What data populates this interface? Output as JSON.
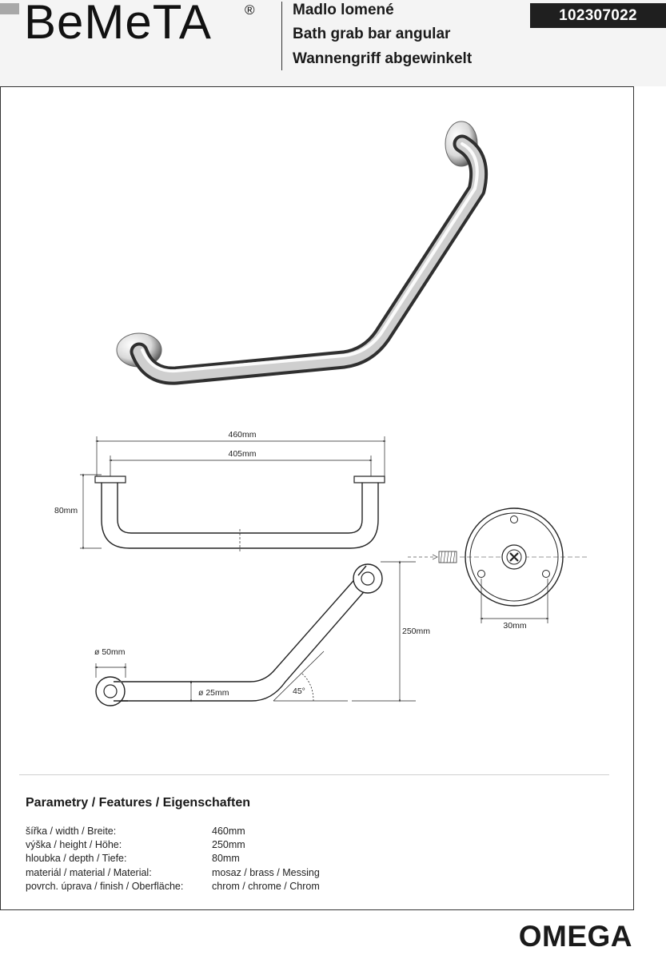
{
  "brand": {
    "name": "BeMeTA",
    "registered_mark": "®"
  },
  "product": {
    "title_cz": "Madlo lomené",
    "title_en": "Bath grab bar angular",
    "title_de": "Wannengriff abgewinkelt",
    "code": "102307022"
  },
  "drawing": {
    "dim_width_total": "460mm",
    "dim_width_inner": "405mm",
    "dim_depth": "80mm",
    "dim_height": "250mm",
    "dim_rosette_diameter": "ø 50mm",
    "dim_tube_diameter": "ø 25mm",
    "dim_angle": "45°",
    "dim_screw_spacing": "30mm"
  },
  "features": {
    "title": "Parametry / Features / Eigenschaften",
    "rows": [
      {
        "label": "šířka / width / Breite:",
        "value": "460mm"
      },
      {
        "label": "výška / height / Höhe:",
        "value": "250mm"
      },
      {
        "label": "hloubka / depth / Tiefe:",
        "value": "80mm"
      },
      {
        "label": "materiál / material / Material:",
        "value": "mosaz / brass / Messing"
      },
      {
        "label": "povrch. úprava / finish / Oberfläche:",
        "value": "chrom / chrome / Chrom"
      }
    ]
  },
  "series_name": "OMEGA",
  "colors": {
    "badge_bg": "#1f1f1f",
    "line": "#222222",
    "chrome_light": "#f2f2f2",
    "chrome_dark": "#3a3a3a"
  }
}
